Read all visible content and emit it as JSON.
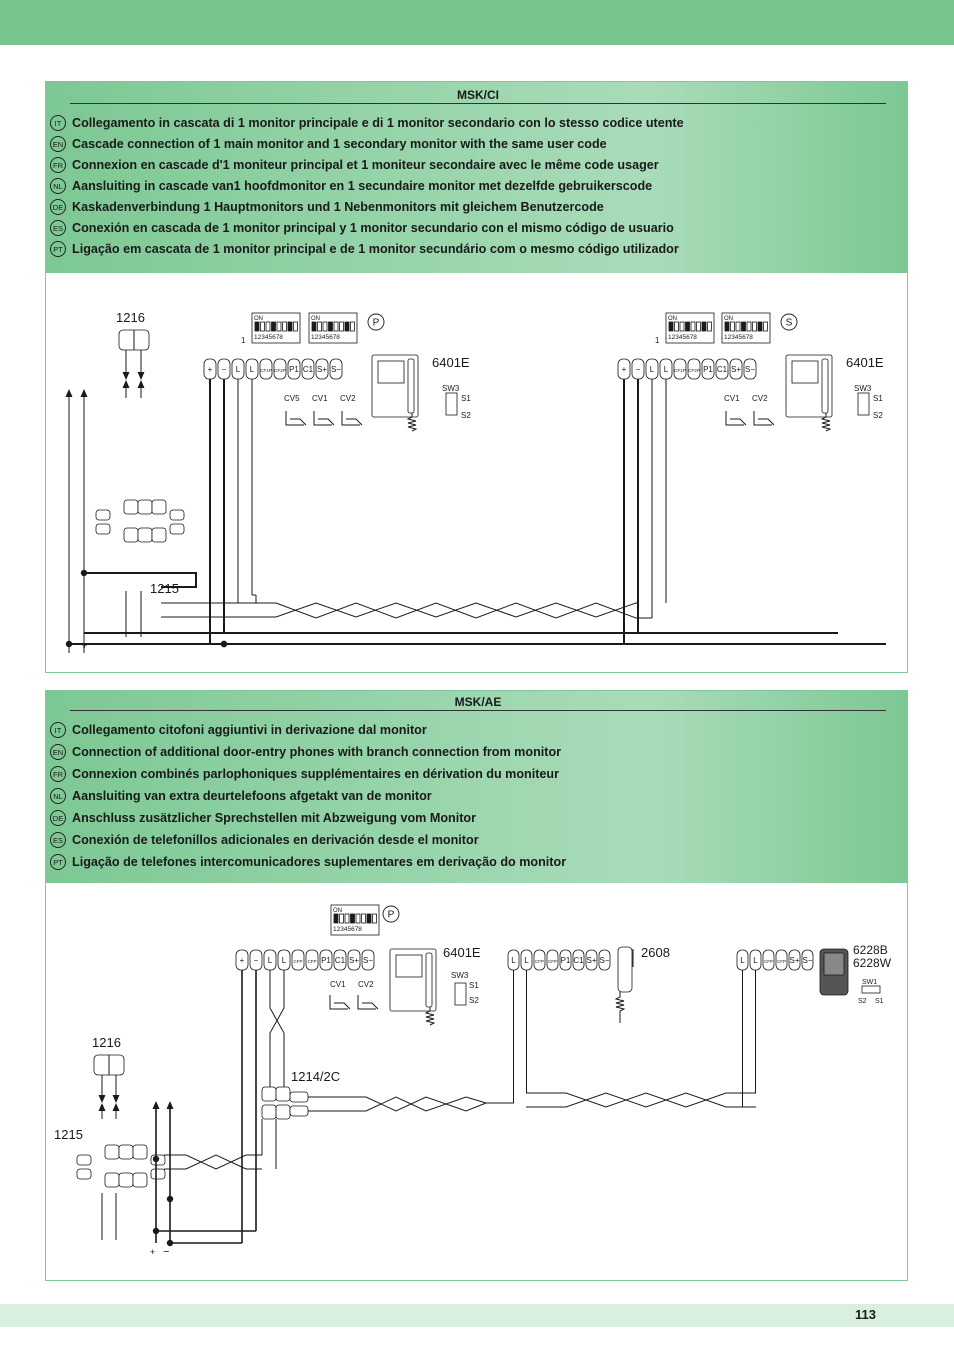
{
  "page_number": "113",
  "colors": {
    "header_green": "#76c58d",
    "panel_border": "#7fc89a",
    "footer_green": "#d9efe0",
    "wire": "#1a1a1a"
  },
  "panels": [
    {
      "title": "MSK/CI",
      "languages": [
        {
          "code": "IT",
          "text": "Collegamento in cascata di 1 monitor principale e di 1 monitor secondario con lo stesso codice utente"
        },
        {
          "code": "EN",
          "text": "Cascade connection of 1 main monitor and 1 secondary monitor with the same user code"
        },
        {
          "code": "FR",
          "text": "Connexion en cascade d'1 moniteur principal et 1 moniteur secondaire avec le même code usager"
        },
        {
          "code": "NL",
          "text": "Aansluiting in cascade van1 hoofdmonitor en 1 secundaire monitor met dezelfde gebruikerscode"
        },
        {
          "code": "DE",
          "text": "Kaskadenverbindung 1 Hauptmonitors und 1 Nebenmonitors mit gleichem Benutzercode"
        },
        {
          "code": "ES",
          "text": "Conexión en cascada de 1 monitor principal y 1 monitor secundario con el mismo código de usuario"
        },
        {
          "code": "PT",
          "text": "Ligação em cascata de 1 monitor principal e de 1 monitor secundário com o mesmo código utilizador"
        }
      ],
      "diagram": {
        "labels": {
          "unit_1216": "1216",
          "unit_1215": "1215",
          "monitor_left": "6401E",
          "monitor_right": "6401E",
          "sw3": "SW3",
          "s1": "S1",
          "s2": "S2",
          "p_mark": "P",
          "s_mark": "S",
          "one": "1",
          "on": "ON",
          "dip_digits": "12345678",
          "minus": "−",
          "plus": "+"
        },
        "left_terminals": [
          "+",
          "−",
          "L",
          "L",
          "CF1P",
          "CF2P",
          "P1",
          "C1",
          "S+",
          "S−"
        ],
        "right_terminals": [
          "+",
          "−",
          "L",
          "L",
          "CF1P",
          "CF2P",
          "P1",
          "C1",
          "S+",
          "S−"
        ],
        "left_buttons": [
          "CV5",
          "CV1",
          "CV2"
        ],
        "right_buttons": [
          "CV1",
          "CV2"
        ]
      }
    },
    {
      "title": "MSK/AE",
      "languages": [
        {
          "code": "IT",
          "text": "Collegamento citofoni aggiuntivi in derivazione dal monitor"
        },
        {
          "code": "EN",
          "text": "Connection of additional door-entry phones with branch connection from monitor"
        },
        {
          "code": "FR",
          "text": "Connexion combinés parlophoniques supplémentaires en dérivation du moniteur"
        },
        {
          "code": "NL",
          "text": "Aansluiting van extra deurtelefoons afgetakt van de monitor"
        },
        {
          "code": "DE",
          "text": "Anschluss zusätzlicher Sprechstellen mit Abzweigung vom Monitor"
        },
        {
          "code": "ES",
          "text": "Conexión de telefonillos adicionales en derivación desde el monitor"
        },
        {
          "code": "PT",
          "text": "Ligação de telefones intercomunicadores suplementares em derivação do monitor"
        }
      ],
      "diagram": {
        "labels": {
          "unit_1216": "1216",
          "unit_1215": "1215",
          "unit_1214": "1214/2C",
          "monitor": "6401E",
          "phone": "2608",
          "phone2_a": "6228B",
          "phone2_b": "6228W",
          "sw3": "SW3",
          "sw1": "SW1",
          "s1": "S1",
          "s2": "S2",
          "p_mark": "P",
          "on": "ON",
          "dip_digits": "12345678",
          "minus": "−",
          "plus": "+"
        },
        "monitor_terminals": [
          "+",
          "−",
          "L",
          "L",
          "CFP",
          "CFP",
          "P1",
          "C1",
          "S+",
          "S−"
        ],
        "phone_terminals": [
          "L",
          "L",
          "CFP",
          "CFP",
          "P1",
          "C1",
          "S+",
          "S−"
        ],
        "phone2_terminals": [
          "L",
          "L",
          "CFP",
          "CFP",
          "S+",
          "S−"
        ],
        "buttons": [
          "CV1",
          "CV2"
        ]
      }
    }
  ]
}
